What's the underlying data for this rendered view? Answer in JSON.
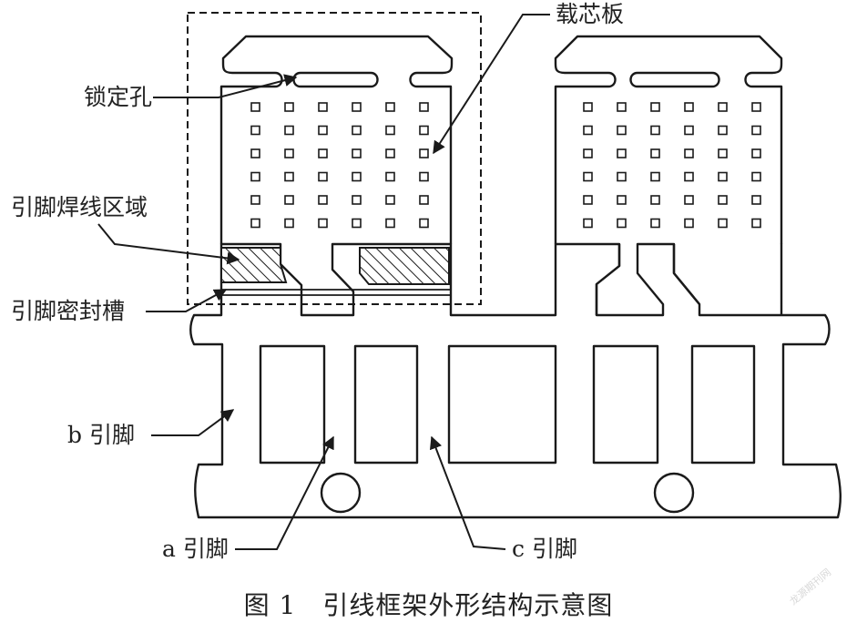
{
  "labels": {
    "chip_board": "载芯板",
    "lock_hole": "锁定孔",
    "weld_area": "引脚焊线区域",
    "seal_groove": "引脚密封槽",
    "b_pin": "b 引脚",
    "a_pin": "a 引脚",
    "c_pin": "c 引脚"
  },
  "caption": "图 1　引线框架外形结构示意图",
  "watermark": "龙源期刊网",
  "colors": {
    "stroke": "#1a1a1a",
    "background": "#ffffff",
    "text": "#222222"
  }
}
